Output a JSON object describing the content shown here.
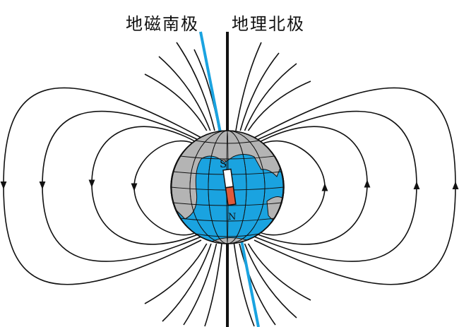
{
  "labels": {
    "magnetic_south_pole": "地磁南极",
    "geographic_north_pole": "地理北极",
    "magnet_s": "S",
    "magnet_n": "N"
  },
  "colors": {
    "ocean": "#1aa3e0",
    "land": "#b4b4b4",
    "magnetic_axis": "#1aa3e0",
    "geographic_axis": "#111111",
    "magnet_north": "#e05a3a",
    "magnet_south": "#ffffff"
  }
}
